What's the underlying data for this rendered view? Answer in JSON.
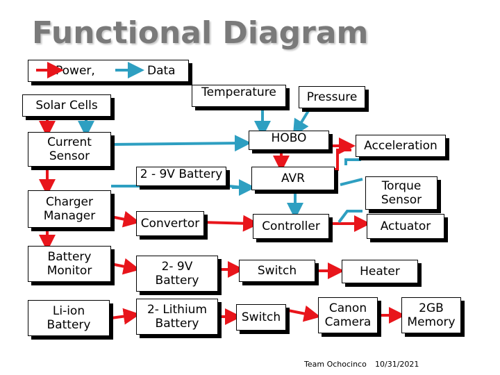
{
  "title": "Functional Diagram",
  "legend": {
    "power_label": "Power,",
    "data_label": "Data",
    "power_color": "#e8151b",
    "data_color": "#2e9fc1"
  },
  "blocks": {
    "solar_cells": "Solar Cells",
    "current_sensor": "Current\nSensor",
    "charger_manager": "Charger\nManager",
    "battery_monitor": "Battery\nMonitor",
    "li_ion_battery": "Li-ion\nBattery",
    "battery_2_9v": "2 - 9V Battery",
    "convertor": "Convertor",
    "battery_2_9v_b": "2- 9V\nBattery",
    "lithium_2": "2- Lithium\nBattery",
    "temperature": "Temperature",
    "pressure": "Pressure",
    "hobo": "HOBO",
    "avr": "AVR",
    "controller": "Controller",
    "switch_1": "Switch",
    "switch_2": "Switch",
    "acceleration": "Acceleration",
    "torque_sensor": "Torque\nSensor",
    "actuator": "Actuator",
    "heater": "Heater",
    "canon_camera": "Canon\nCamera",
    "memory_2gb": "2GB\nMemory"
  },
  "footer": {
    "team": "Team Ochocinco",
    "date": "10/31/2021"
  }
}
